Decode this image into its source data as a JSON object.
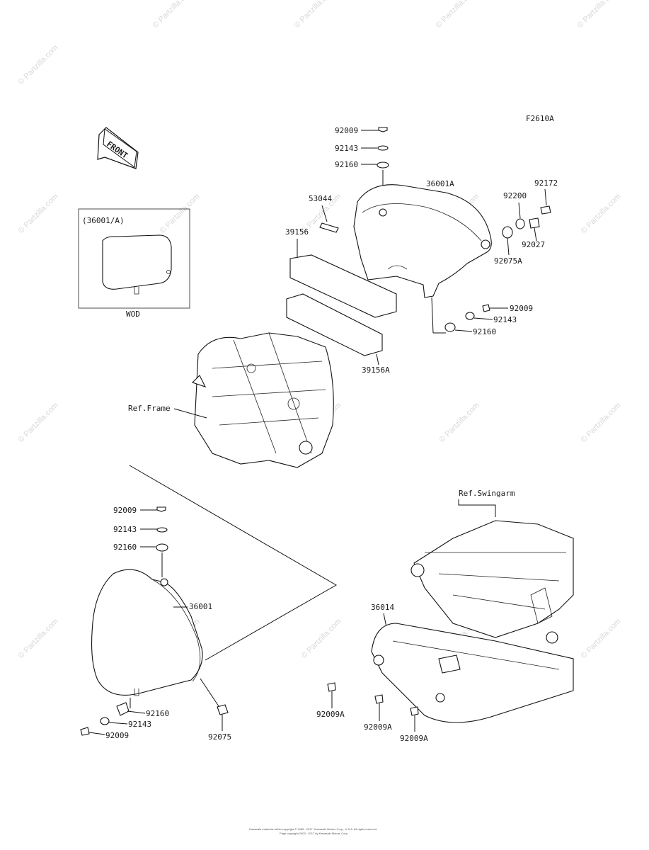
{
  "figure_code": "F2610A",
  "front_badge": "FRONT",
  "inset": {
    "title": "(36001/A)",
    "caption": "WOD"
  },
  "refs": {
    "frame": "Ref.Frame",
    "swingarm": "Ref.Swingarm"
  },
  "part_labels": [
    "92009",
    "92143",
    "92160",
    "53044",
    "39156",
    "36001A",
    "92200",
    "92172",
    "92075A",
    "92027",
    "92009",
    "92143",
    "92160",
    "39156A",
    "92009",
    "92143",
    "92160",
    "36001",
    "92160",
    "92143",
    "92009",
    "92075",
    "36014",
    "92009A",
    "92009A",
    "92009A"
  ],
  "watermark": "© Partzilla.com",
  "footer": [
    "Kawasaki materials within copyright © 1985 - 2017, Kawasaki Motors Corp., U.S.A. All rights reserved.",
    "Page copyright 2003 - 2017 by Kawasaki Motors Corp."
  ],
  "colors": {
    "ink": "#111111",
    "watermark": "#d8d8d8",
    "background": "#ffffff"
  }
}
